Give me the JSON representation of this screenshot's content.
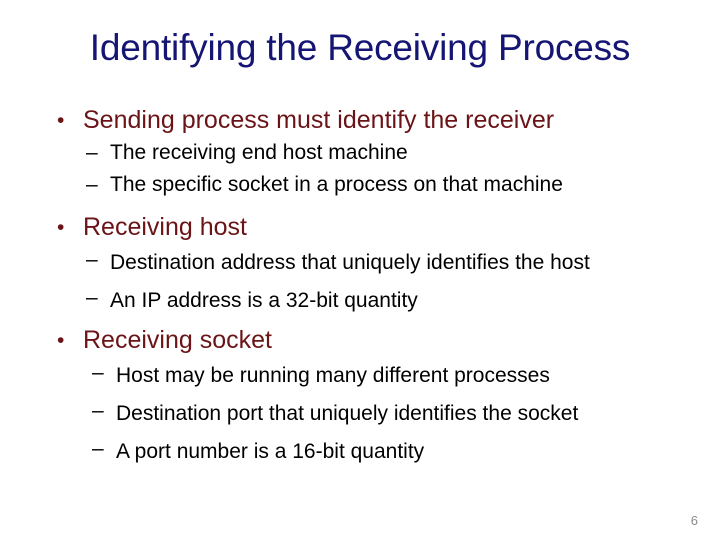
{
  "slide": {
    "title": "Identifying the Receiving Process",
    "bullet_marker": "•",
    "sub_marker": "–",
    "page_number": "6",
    "colors": {
      "background": "#ffffff",
      "title": "#151573",
      "level1_text": "#6b1417",
      "level2_text": "#000000",
      "page_number": "#8a8a8a"
    },
    "groups": [
      {
        "heading": "Sending process must identify the receiver",
        "items": [
          "The receiving end host machine",
          "The specific socket in a process on that machine"
        ]
      },
      {
        "heading": "Receiving host",
        "items": [
          "Destination address that uniquely identifies the host",
          "An IP address is a 32-bit quantity"
        ]
      },
      {
        "heading": "Receiving socket",
        "items": [
          "Host may be running many different processes",
          "Destination port that uniquely identifies the socket",
          "A port number is a 16-bit quantity"
        ]
      }
    ]
  }
}
